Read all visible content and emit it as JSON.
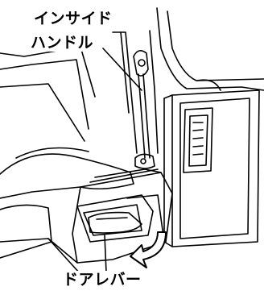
{
  "labels": {
    "inside_handle_line1": "インサイド",
    "inside_handle_line2": "ハンドル",
    "door_lever": "ドアレバー"
  },
  "colors": {
    "line": "#000000",
    "background": "#ffffff"
  }
}
